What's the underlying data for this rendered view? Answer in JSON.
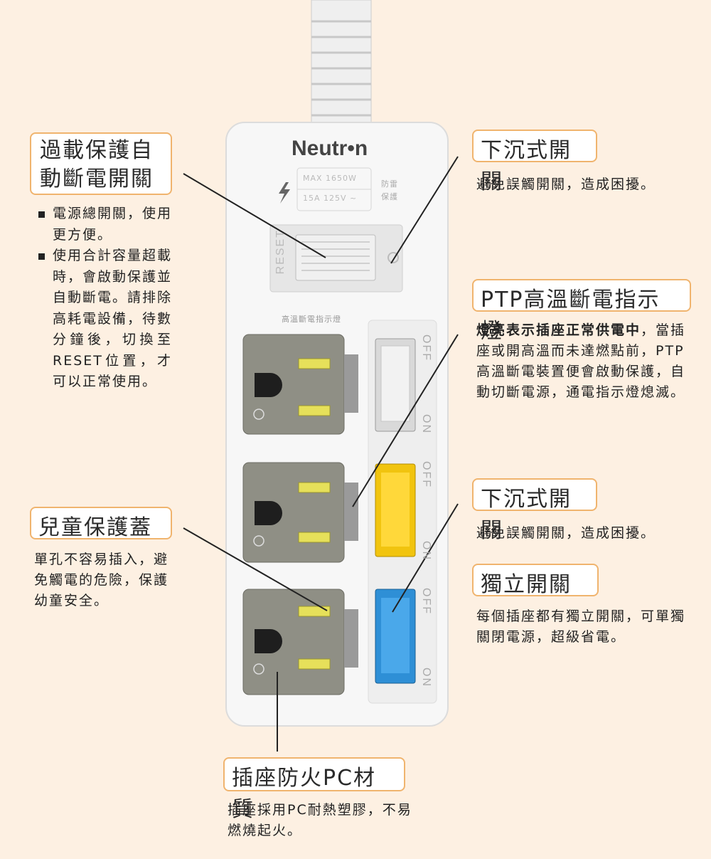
{
  "product": {
    "brand": "Neutr•n",
    "rating_line1": "MAX 1650W",
    "rating_line2": "15A 125V ~",
    "surge_label": "防雷\n保護",
    "reset_label": "RESET",
    "indicator_label": "高溫斷電指示燈",
    "switch_off": "OFF",
    "switch_on": "ON",
    "colors": {
      "switch1": "#d9d9d9",
      "switch2": "#f1c40f",
      "switch3": "#2e8fd6",
      "socket": "#8f8f85",
      "accent_border": "#f0b46e"
    }
  },
  "overload": {
    "title_line1": "過載保護自",
    "title_line2": "動斷電開關",
    "bullets": [
      "電源總開關，使用更方便。",
      "使用合計容量超載時，會啟動保護並自動斷電。請排除高耗電設備，待數分鐘後，切換至RESET位置，才可以正常使用。"
    ]
  },
  "recessed_top": {
    "title": "下沉式開關",
    "desc": "避免誤觸開關，造成困擾。"
  },
  "ptp": {
    "title": "PTP高溫斷電指示燈",
    "desc_bold": "燈亮表示插座正常供電中",
    "desc_rest": "，當插座或開高溫而未達燃點前，PTP高溫斷電裝置便會啟動保護，自動切斷電源，通電指示燈熄滅。"
  },
  "child": {
    "title": "兒童保護蓋",
    "desc": "單孔不容易插入，避免觸電的危險，保護幼童安全。"
  },
  "recessed_mid": {
    "title": "下沉式開關",
    "desc": "避免誤觸開關，造成困擾。"
  },
  "independent": {
    "title": "獨立開關",
    "desc": "每個插座都有獨立開關，可單獨關閉電源，超級省電。"
  },
  "fireproof": {
    "title": "插座防火PC材質",
    "desc": "插座採用PC耐熱塑膠，不易燃燒起火。"
  }
}
